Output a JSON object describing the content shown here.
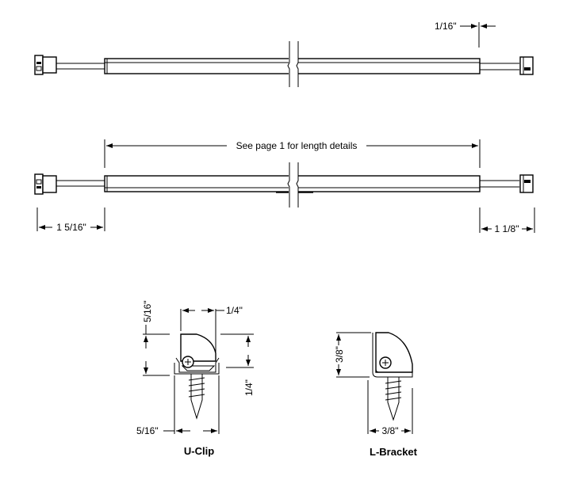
{
  "top_view": {
    "dim_end_gap": "1/16\""
  },
  "bottom_view": {
    "dim_length": "See page 1 for length details",
    "dim_left_lead": "1 5/16\"",
    "dim_right_lead": "1 1/8\""
  },
  "u_clip": {
    "label": "U-Clip",
    "dim_top_width": "1/4\"",
    "dim_height": "5/16\"",
    "dim_clip_height": "1/4\"",
    "dim_base_width": "5/16\""
  },
  "l_bracket": {
    "label": "L-Bracket",
    "dim_height": "3/8\"",
    "dim_width": "3/8\""
  }
}
